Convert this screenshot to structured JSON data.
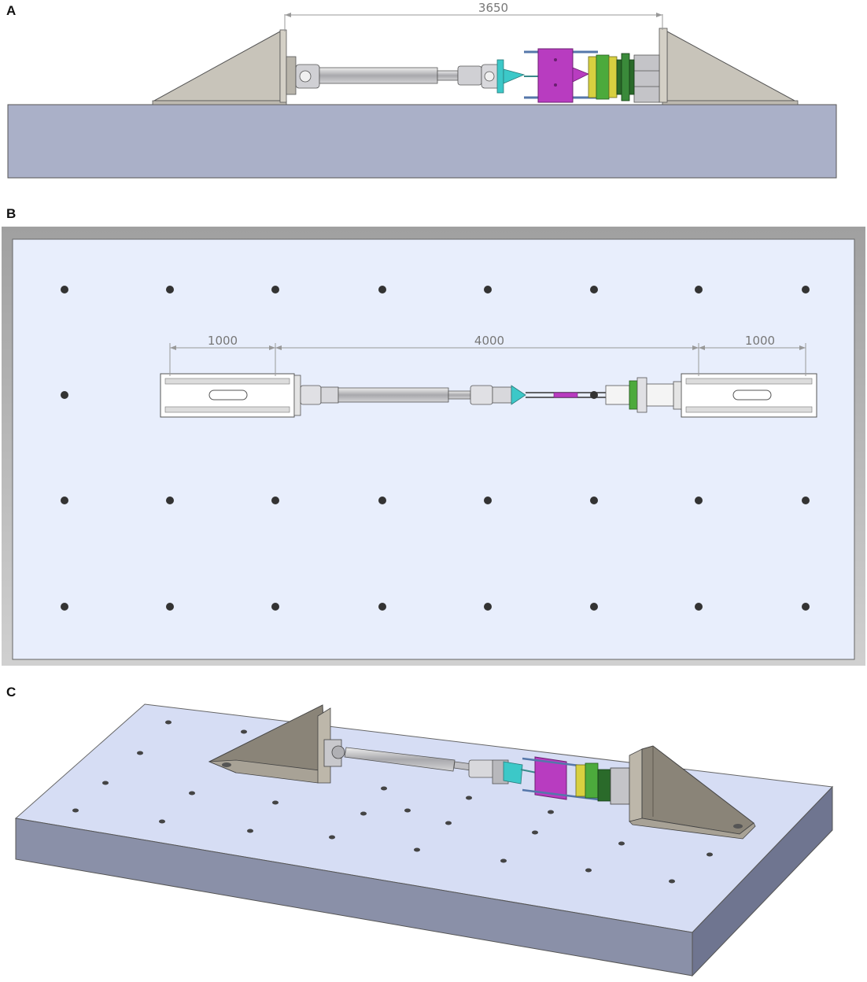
{
  "panels": {
    "a": {
      "label": "A",
      "dimension": "3650"
    },
    "b": {
      "label": "B",
      "dim_left": "1000",
      "dim_center": "4000",
      "dim_right": "1000"
    },
    "c": {
      "label": "C"
    }
  },
  "colors": {
    "base_block": "#aab0c8",
    "bracket": "#c8c4ba",
    "actuator_body": "#c0c0c4",
    "magenta_part": "#b83cc0",
    "cyan_part": "#3cc8c8",
    "green_part": "#4caa3c",
    "yellow_part": "#d8d040",
    "plate_top": "#e8eefc",
    "dimension_line": "#999999",
    "bolt_hole": "#333333"
  }
}
